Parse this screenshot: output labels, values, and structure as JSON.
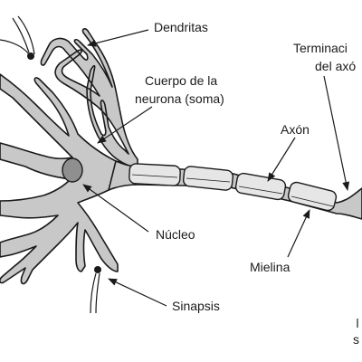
{
  "labels": {
    "dendritas": "Dendritas",
    "soma_line1": "Cuerpo de la",
    "soma_line2": "neurona (soma)",
    "axon": "Axón",
    "terminal_line1": "Terminaci",
    "terminal_line2": "del axó",
    "nucleo": "Núcleo",
    "mielina": "Mielina",
    "sinapsis": "Sinapsis",
    "cut_s": "s"
  },
  "colors": {
    "cell_fill": "#c8c8c8",
    "outline": "#1a1a1a",
    "nucleus_fill": "#8f8f8f",
    "myelin_fill": "#e6e6e6"
  }
}
